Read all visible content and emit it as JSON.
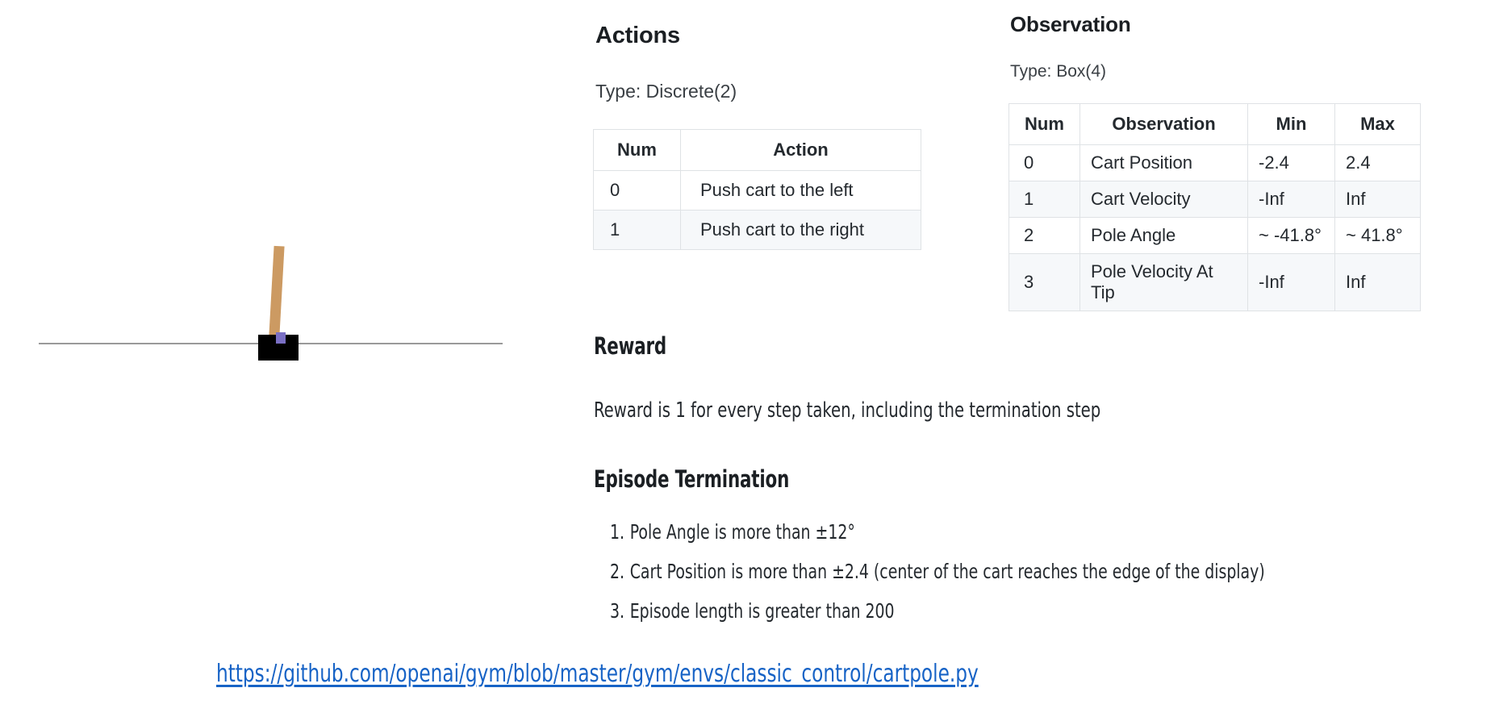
{
  "cartpole": {
    "track_label": "track-line",
    "cart_label": "cart",
    "pole_label": "pole",
    "axle_label": "axle",
    "colors": {
      "cart": "#000000",
      "pole": "#cc9a62",
      "axle": "#7a6fc4",
      "track": "#9a9a9a",
      "background": "#ffffff"
    }
  },
  "actions": {
    "heading": "Actions",
    "type_line": "Type: Discrete(2)",
    "table": {
      "headers": [
        "Num",
        "Action"
      ],
      "rows": [
        [
          "0",
          "Push cart to the left"
        ],
        [
          "1",
          "Push cart to the right"
        ]
      ]
    }
  },
  "observation": {
    "heading": "Observation",
    "type_line": "Type: Box(4)",
    "table": {
      "headers": [
        "Num",
        "Observation",
        "Min",
        "Max"
      ],
      "rows": [
        [
          "0",
          "Cart Position",
          "-2.4",
          "2.4"
        ],
        [
          "1",
          "Cart Velocity",
          "-Inf",
          "Inf"
        ],
        [
          "2",
          "Pole Angle",
          "~ -41.8°",
          "~ 41.8°"
        ],
        [
          "3",
          "Pole Velocity At Tip",
          "-Inf",
          "Inf"
        ]
      ]
    }
  },
  "reward": {
    "heading": "Reward",
    "text": "Reward is 1 for every step taken, including the termination step"
  },
  "termination": {
    "heading": "Episode Termination",
    "items": [
      {
        "marker": "1.",
        "text": "Pole Angle is more than ±12°"
      },
      {
        "marker": "2.",
        "text": "Cart Position is more than ±2.4 (center of the cart reaches the edge of the display)"
      },
      {
        "marker": "3.",
        "text": "Episode length is greater than 200"
      }
    ]
  },
  "footer": {
    "link_text": "https://github.com/openai/gym/blob/master/gym/envs/classic_control/cartpole.py",
    "link_color": "#1763c6"
  }
}
